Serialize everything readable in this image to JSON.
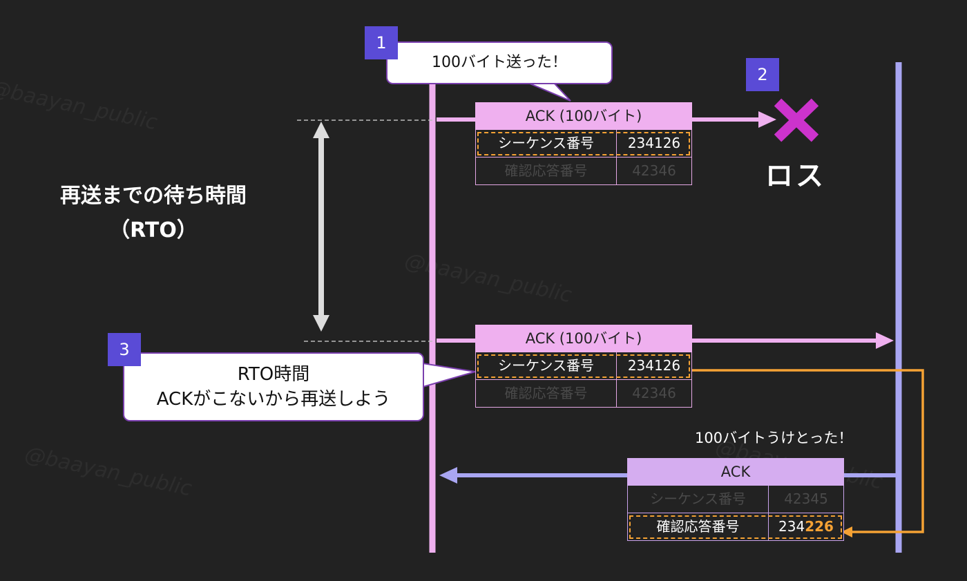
{
  "watermark": "@baayan_public",
  "colors": {
    "background": "#222222",
    "client_line": "#efb0ef",
    "server_line": "#a9a6f2",
    "badge": "#5a4bd6",
    "loss": "#cc33cc",
    "highlight": "#f5a234"
  },
  "steps": [
    {
      "number": "1",
      "bubble": "100バイト送った！"
    },
    {
      "number": "2",
      "label": "ロス"
    },
    {
      "number": "3",
      "bubble_line1": "RTO時間",
      "bubble_line2": "ACKがこないから再送しよう"
    }
  ],
  "rto_label": {
    "line1": "再送までの待ち時間",
    "line2": "（RTO）"
  },
  "packets": {
    "first": {
      "title": "ACK (100バイト)",
      "rows": [
        {
          "label": "シーケンス番号",
          "value": "234126"
        },
        {
          "label": "確認応答番号",
          "value": "42346"
        }
      ]
    },
    "resend": {
      "title": "ACK (100バイト)",
      "rows": [
        {
          "label": "シーケンス番号",
          "value": "234126"
        },
        {
          "label": "確認応答番号",
          "value": "42346"
        }
      ]
    },
    "reply": {
      "title": "ACK",
      "rows": [
        {
          "label": "シーケンス番号",
          "value": "42345"
        },
        {
          "label": "確認応答番号",
          "value_prefix": "234",
          "value_suffix": "226"
        }
      ]
    }
  },
  "server_note": "100バイトうけとった！"
}
